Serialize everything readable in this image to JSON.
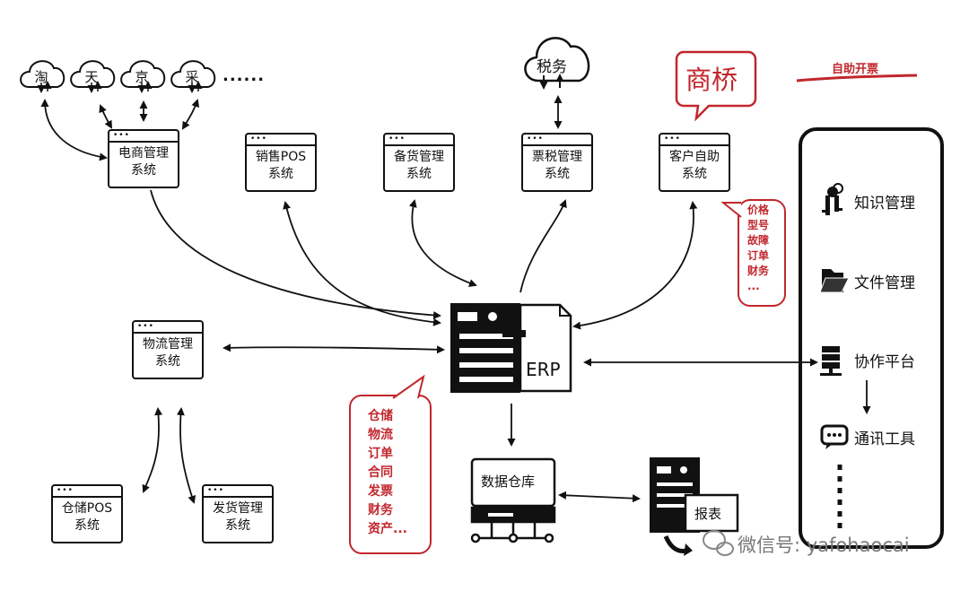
{
  "clouds": [
    {
      "label": "淘"
    },
    {
      "label": "天"
    },
    {
      "label": "京"
    },
    {
      "label": "采"
    }
  ],
  "clouds_more": "......",
  "tax_cloud": "税务",
  "shangqiao": "商桥",
  "self_invoice": "自助开票",
  "systems": {
    "ecommerce": [
      "电商管理",
      "系统"
    ],
    "pos": [
      "销售POS",
      "系统"
    ],
    "stock": [
      "备货管理",
      "系统"
    ],
    "tax": [
      "票税管理",
      "系统"
    ],
    "customer": [
      "客户自助",
      "系统"
    ],
    "logistics": [
      "物流管理",
      "系统"
    ],
    "warehouse_pos": [
      "仓储POS",
      "系统"
    ],
    "delivery": [
      "发货管理",
      "系统"
    ]
  },
  "erp": "ERP",
  "customer_bubble": [
    "价格",
    "型号",
    "故障",
    "订单",
    "财务",
    "..."
  ],
  "erp_bubble": [
    "仓储",
    "物流",
    "订单",
    "合同",
    "发票",
    "财务",
    "资产..."
  ],
  "data_warehouse": "数据仓库",
  "report": "报表",
  "panel": {
    "items": [
      "知识管理",
      "文件管理",
      "协作平台",
      "通讯工具"
    ]
  },
  "watermark": "微信号: yafohaocai",
  "colors": {
    "accent": "#c1272d",
    "ink": "#111111"
  }
}
